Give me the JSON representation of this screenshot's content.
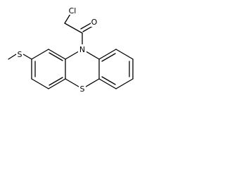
{
  "molecule": {
    "atoms": {
      "chlorine": "Cl",
      "oxygen": "O",
      "ring_nitrogen": "N",
      "ring_sulfur": "S",
      "thioether_sulfur": "S"
    }
  },
  "colors": {
    "bond": "#000000",
    "label": "#000000",
    "background": "#ffffff"
  }
}
